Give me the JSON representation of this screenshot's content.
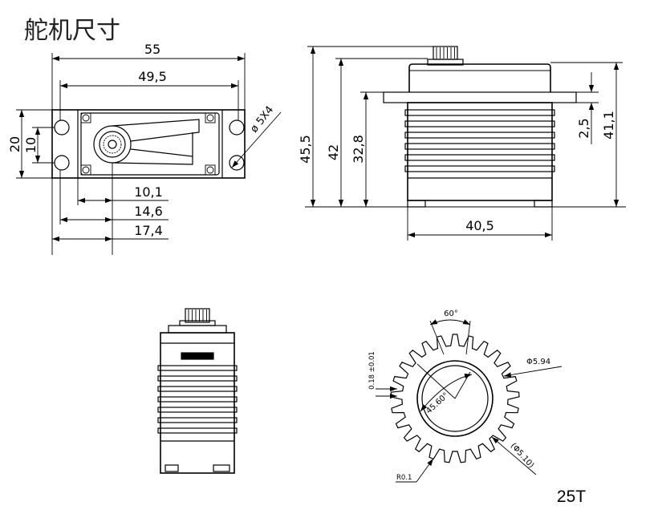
{
  "title": "舵机尺寸",
  "top_view": {
    "dim_overall_length": "55",
    "dim_hole_spacing_length": "49,5",
    "dim_overall_width": "20",
    "dim_hole_spacing_width": "10",
    "dim_mount_hole": "ø 5X4",
    "dim_shaft_from_body": "10,1",
    "dim_shaft_from_hole": "14,6",
    "dim_shaft_from_edge": "17,4"
  },
  "side_view": {
    "dim_total_height": "45,5",
    "dim_case_height": "42",
    "dim_flange_height": "32,8",
    "dim_flange_thickness": "2,5",
    "dim_case_height_right": "41,1",
    "dim_body_length": "40,5"
  },
  "gear": {
    "angle_top": "60°",
    "outer_diameter": "Φ5.94",
    "tooth_gap": "0.18 ±0.01",
    "angle_inner": "45.60°",
    "root_diameter": "(Φ5.10)",
    "radius": "R0.1",
    "teeth_count": "25T"
  }
}
